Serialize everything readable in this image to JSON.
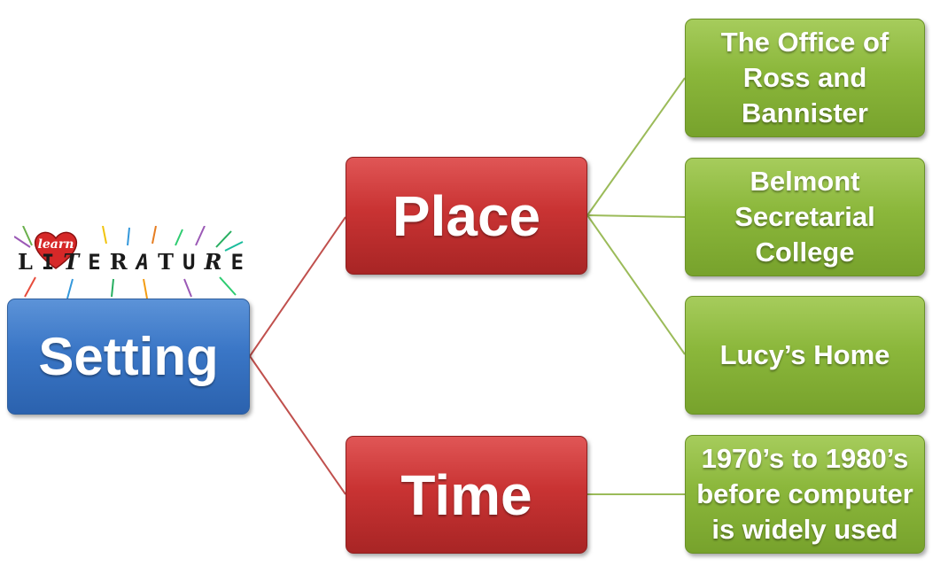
{
  "root": {
    "label": "Setting"
  },
  "logo": {
    "small_word": "learn",
    "word": "LITERATURE",
    "letters": [
      "L",
      "I",
      "T",
      "E",
      "R",
      "A",
      "T",
      "U",
      "R",
      "E"
    ]
  },
  "branches": [
    {
      "label": "Place",
      "leaves": [
        "The Office of Ross and Bannister",
        "Belmont Secretarial College",
        "Lucy’s Home"
      ]
    },
    {
      "label": "Time",
      "leaves": [
        "1970’s to 1980’s before computer is widely used"
      ]
    }
  ],
  "colors": {
    "root": "#3a76c6",
    "branch": "#c93333",
    "leaf": "#8bb73b",
    "branch_line": "#c0504d",
    "leaf_line": "#9bbb59"
  }
}
